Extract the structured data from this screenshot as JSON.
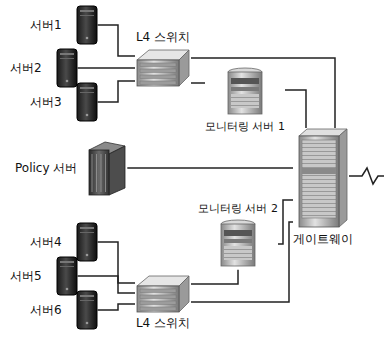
{
  "diagram": {
    "nodes": [
      {
        "text": [
          "서버1"
        ]
      },
      {
        "text": [
          "서버2"
        ]
      },
      {
        "text": [
          "서버3"
        ]
      },
      {
        "text": [
          "L4 스위치"
        ]
      },
      {
        "text": [
          "모니터링 서버 1"
        ]
      },
      {
        "text": [
          "Policy 서버"
        ]
      },
      {
        "text": [
          "게이트웨이"
        ]
      },
      {
        "text": [
          "모니터링 서버 2"
        ]
      },
      {
        "text": [
          "서버4"
        ]
      },
      {
        "text": [
          "서버5"
        ]
      },
      {
        "text": [
          "서버6"
        ]
      },
      {
        "text": [
          "L4 스위치"
        ]
      }
    ],
    "edges": [
      {
        "from": 0,
        "to": 3,
        "arrow": "none"
      },
      {
        "from": 1,
        "to": 3,
        "arrow": "none"
      },
      {
        "from": 2,
        "to": 3,
        "arrow": "none"
      },
      {
        "from": 3,
        "to": 4,
        "arrow": "none"
      },
      {
        "from": 3,
        "to": 6,
        "arrow": "none"
      },
      {
        "from": 4,
        "to": 6,
        "arrow": "none"
      },
      {
        "from": 5,
        "to": 6,
        "arrow": "none"
      },
      {
        "from": 7,
        "to": 6,
        "arrow": "none"
      },
      {
        "from": 11,
        "to": 7,
        "arrow": "none"
      },
      {
        "from": 11,
        "to": 6,
        "arrow": "none"
      },
      {
        "from": 8,
        "to": 11,
        "arrow": "none"
      },
      {
        "from": 9,
        "to": 11,
        "arrow": "none"
      },
      {
        "from": 10,
        "to": 11,
        "arrow": "none"
      }
    ]
  }
}
